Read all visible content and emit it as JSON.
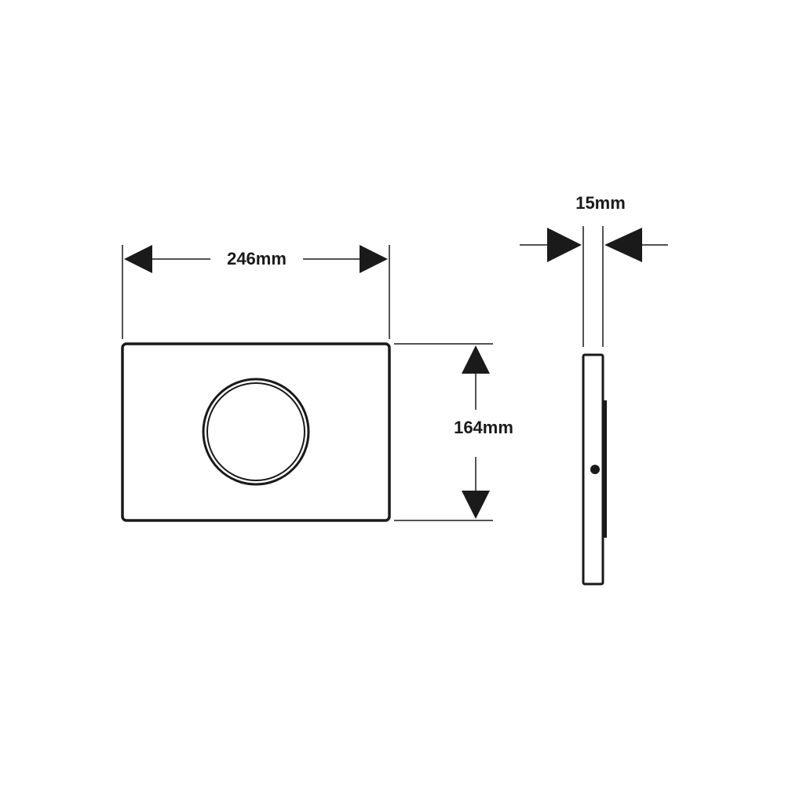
{
  "dimensions": {
    "width_label": "246mm",
    "height_label": "164mm",
    "depth_label": "15mm"
  },
  "colors": {
    "ink": "#1a1a1a",
    "background": "#ffffff"
  }
}
